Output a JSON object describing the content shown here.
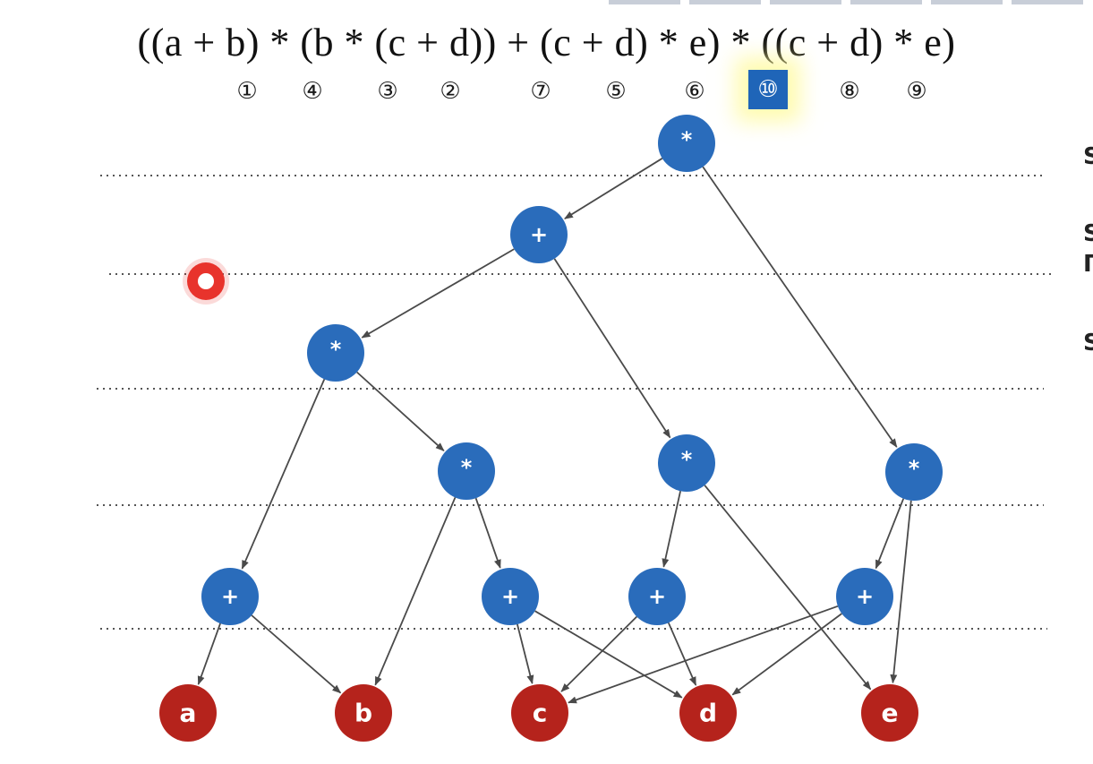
{
  "expression": {
    "text": "((a + b) * (b * (c + d)) + (c + d) * e) * ((c + d) * e)"
  },
  "step_labels": [
    {
      "text": "①",
      "highlighted": false
    },
    {
      "text": "④",
      "highlighted": false
    },
    {
      "text": "③",
      "highlighted": false
    },
    {
      "text": "②",
      "highlighted": false
    },
    {
      "text": "⑦",
      "highlighted": false
    },
    {
      "text": "⑤",
      "highlighted": false
    },
    {
      "text": "⑥",
      "highlighted": false
    },
    {
      "text": "⑩",
      "highlighted": true
    },
    {
      "text": "⑧",
      "highlighted": false
    },
    {
      "text": "⑨",
      "highlighted": false
    }
  ],
  "dag": {
    "nodes": [
      {
        "id": "n10",
        "label": "*",
        "kind": "operator"
      },
      {
        "id": "n7",
        "label": "+",
        "kind": "operator"
      },
      {
        "id": "n4",
        "label": "*",
        "kind": "operator"
      },
      {
        "id": "n3",
        "label": "*",
        "kind": "operator"
      },
      {
        "id": "n6",
        "label": "*",
        "kind": "operator"
      },
      {
        "id": "n9",
        "label": "*",
        "kind": "operator"
      },
      {
        "id": "n1",
        "label": "+",
        "kind": "operator"
      },
      {
        "id": "n2",
        "label": "+",
        "kind": "operator"
      },
      {
        "id": "n5",
        "label": "+",
        "kind": "operator"
      },
      {
        "id": "n8",
        "label": "+",
        "kind": "operator"
      },
      {
        "id": "la",
        "label": "a",
        "kind": "leaf"
      },
      {
        "id": "lb",
        "label": "b",
        "kind": "leaf"
      },
      {
        "id": "lc",
        "label": "c",
        "kind": "leaf"
      },
      {
        "id": "ld",
        "label": "d",
        "kind": "leaf"
      },
      {
        "id": "le",
        "label": "e",
        "kind": "leaf"
      }
    ],
    "edges": [
      [
        "n10",
        "n7"
      ],
      [
        "n10",
        "n9"
      ],
      [
        "n7",
        "n4"
      ],
      [
        "n7",
        "n6"
      ],
      [
        "n4",
        "n1"
      ],
      [
        "n4",
        "n3"
      ],
      [
        "n3",
        "lb"
      ],
      [
        "n3",
        "n2"
      ],
      [
        "n6",
        "n5"
      ],
      [
        "n6",
        "le"
      ],
      [
        "n9",
        "n8"
      ],
      [
        "n9",
        "le"
      ],
      [
        "n1",
        "la"
      ],
      [
        "n1",
        "lb"
      ],
      [
        "n2",
        "lc"
      ],
      [
        "n2",
        "ld"
      ],
      [
        "n5",
        "lc"
      ],
      [
        "n5",
        "ld"
      ],
      [
        "n8",
        "lc"
      ],
      [
        "n8",
        "ld"
      ]
    ],
    "colors": {
      "operator": "#2a6cbb",
      "leaf": "#b5231c",
      "edge": "#4a4a4a",
      "dotted_line": "#555555",
      "highlight": "#1f65b8",
      "cursor": "#e8332c"
    }
  },
  "right_edge_glyphs": [
    "S",
    "S",
    "Г",
    "S"
  ]
}
